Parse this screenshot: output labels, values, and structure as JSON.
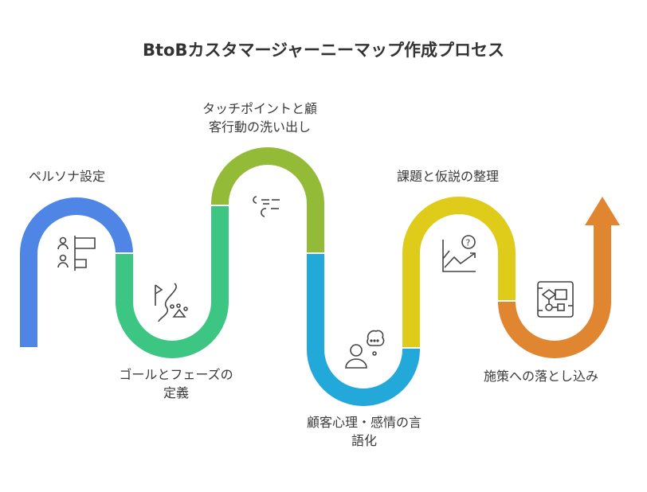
{
  "title": "BtoBカスタマージャーニーマップ作成プロセス",
  "steps": [
    {
      "label": "ペルソナ設定",
      "icon": "persona-icon",
      "color": "#4f86e6"
    },
    {
      "label_line1": "ゴールとフェーズの",
      "label_line2": "定義",
      "icon": "path-flag-icon",
      "color": "#3cc583"
    },
    {
      "label_line1": "タッチポイントと顧",
      "label_line2": "客行動の洗い出し",
      "icon": "touchpoint-icon",
      "color": "#93bb38"
    },
    {
      "label_line1": "顧客心理・感情の言",
      "label_line2": "語化",
      "icon": "thinking-person-icon",
      "color": "#22a9d9"
    },
    {
      "label": "課題と仮説の整理",
      "icon": "chart-question-icon",
      "color": "#dfcb1a"
    },
    {
      "label": "施策への落とし込み",
      "icon": "flowchart-icon",
      "color": "#e08530"
    }
  ]
}
